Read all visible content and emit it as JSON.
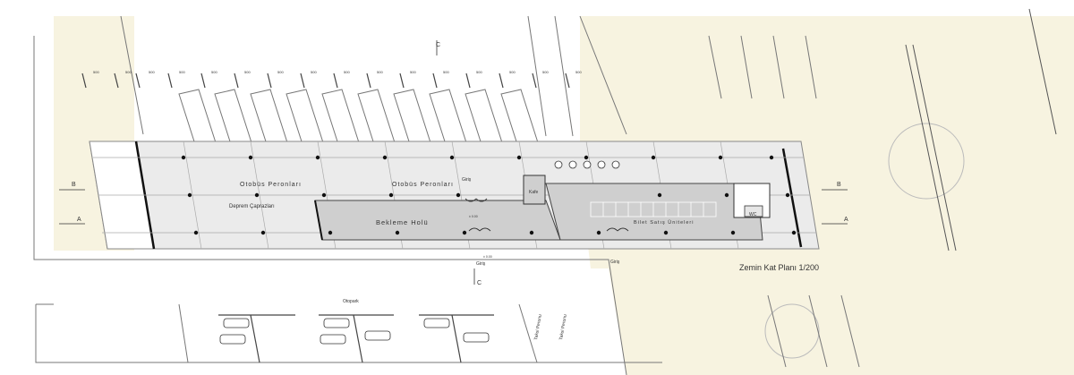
{
  "colors": {
    "beige": "#f7f3e0",
    "platform": "#ebebeb",
    "hall": "#cfcfcf",
    "line": "#777777",
    "dark": "#111111"
  },
  "labels": {
    "otobus_peronlari_1": "Otobüs Peronları",
    "otobus_peronlari_2": "Otobüs Peronları",
    "deprem_caprazlari": "Deprem Çaprazları",
    "bekleme_holu": "Bekleme Holü",
    "kafe": "Kafe",
    "bilet_satis": "Bilet Satış Üniteleri",
    "wc": "WC",
    "giris_top": "Giriş",
    "giris_bottom_left": "Giriş",
    "giris_bottom_right": "Giriş",
    "otopark": "Otopark",
    "taksi_peronu_1": "Taksi Peronu",
    "taksi_peronu_2": "Taksi Peronu",
    "plan_title": "Zemin Kat Planı 1/200",
    "level_1": "± 0.00",
    "level_2": "± 0.00"
  },
  "section_marks": {
    "a_left": "A",
    "a_right": "A",
    "b_left": "B",
    "b_right": "B",
    "c_top": "C",
    "c_bottom": "C"
  },
  "dimensions": [
    "500",
    "500",
    "500",
    "500",
    "500",
    "500",
    "500",
    "500",
    "500",
    "500",
    "500",
    "500",
    "500",
    "500",
    "500",
    "500"
  ]
}
